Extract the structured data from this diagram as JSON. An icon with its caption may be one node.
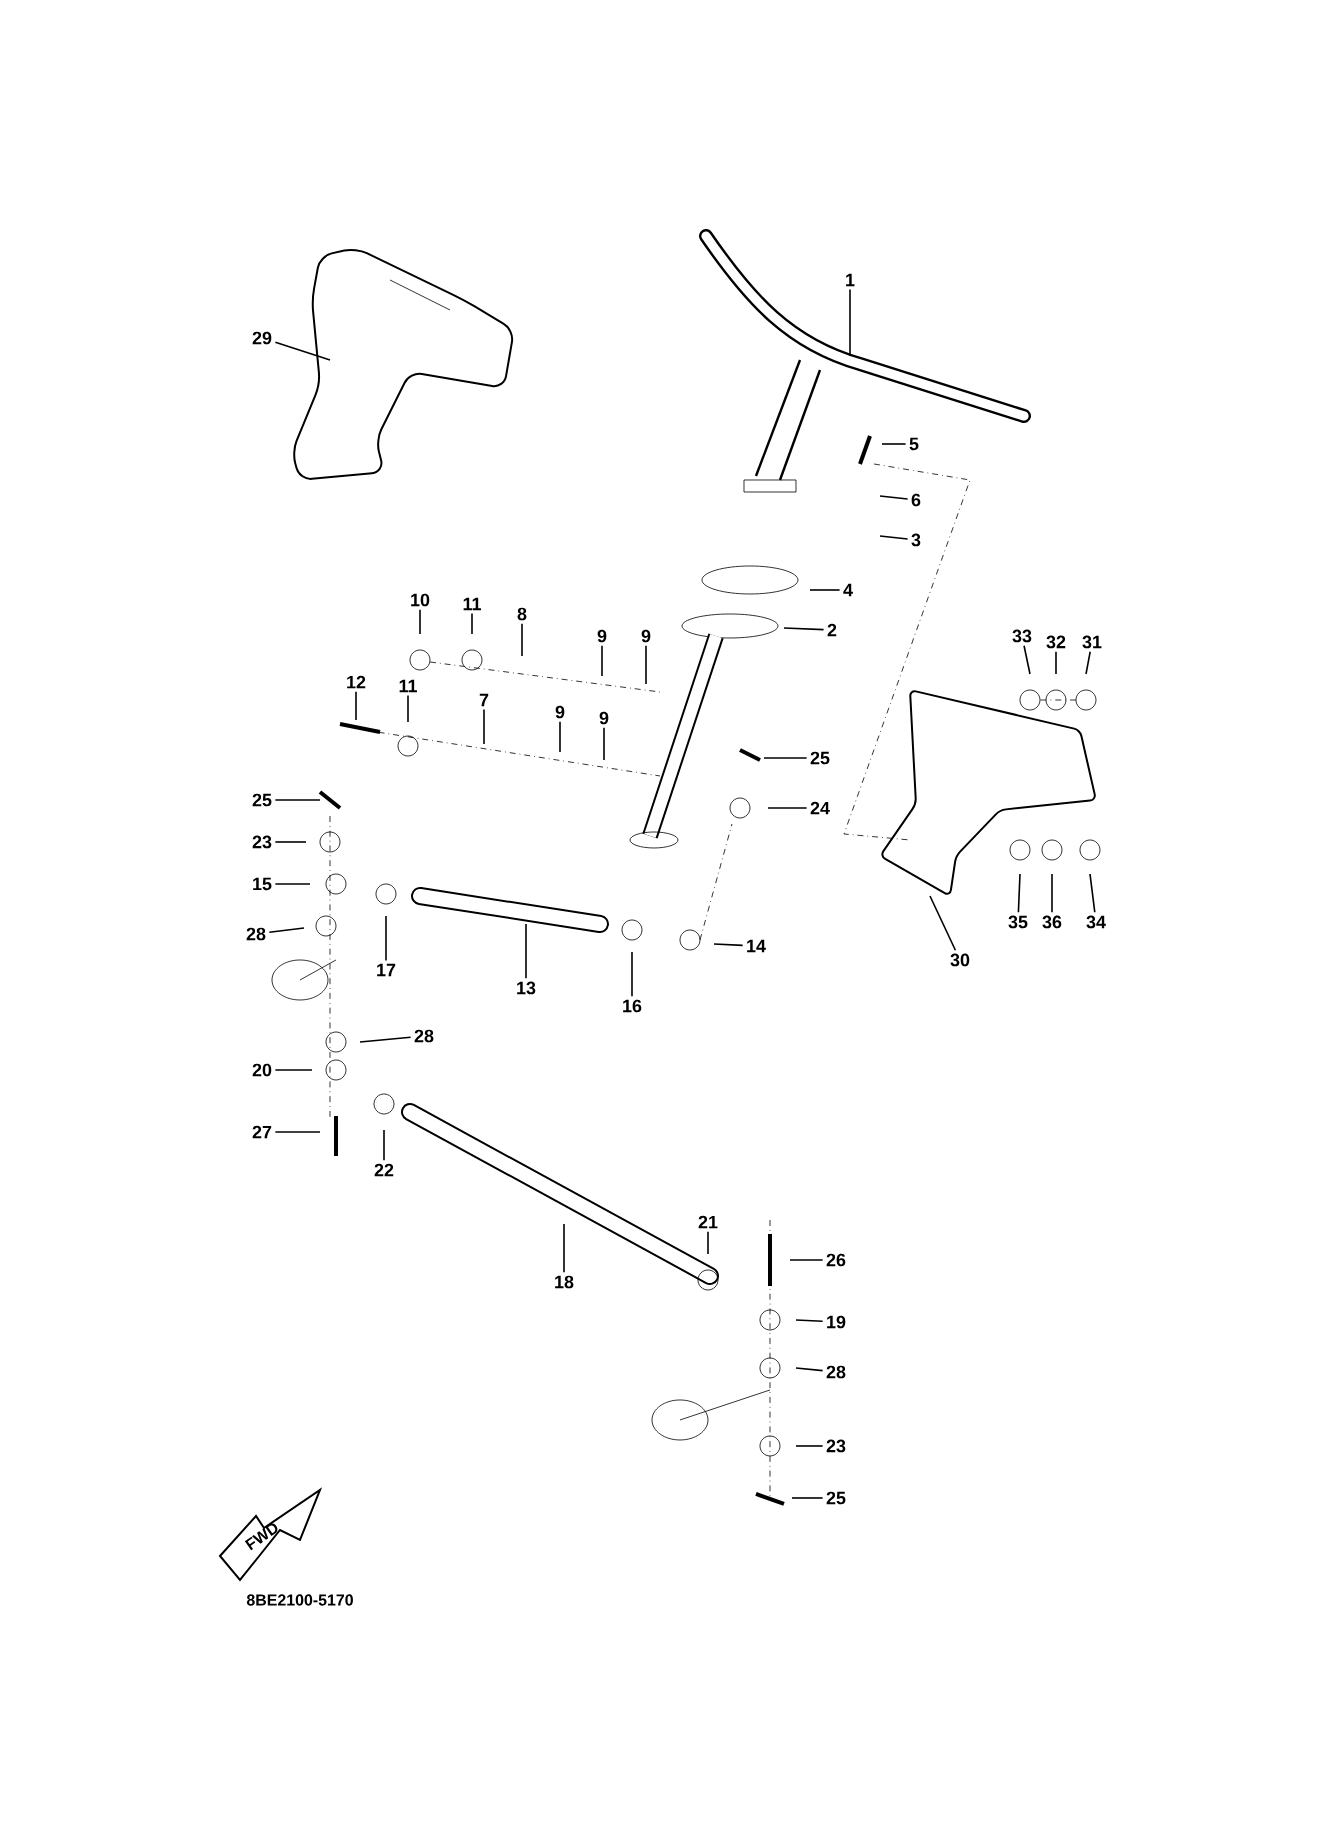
{
  "diagram": {
    "nodes": [
      {
        "text": [
          "1"
        ]
      },
      {
        "text": [
          "29"
        ]
      },
      {
        "text": [
          "5"
        ]
      },
      {
        "text": [
          "6"
        ]
      },
      {
        "text": [
          "3"
        ]
      },
      {
        "text": [
          "4"
        ]
      },
      {
        "text": [
          "2"
        ]
      },
      {
        "text": [
          "10"
        ]
      },
      {
        "text": [
          "11"
        ]
      },
      {
        "text": [
          "8"
        ]
      },
      {
        "text": [
          "9"
        ]
      },
      {
        "text": [
          "9"
        ]
      },
      {
        "text": [
          "33"
        ]
      },
      {
        "text": [
          "32"
        ]
      },
      {
        "text": [
          "31"
        ]
      },
      {
        "text": [
          "12"
        ]
      },
      {
        "text": [
          "11"
        ]
      },
      {
        "text": [
          "7"
        ]
      },
      {
        "text": [
          "9"
        ]
      },
      {
        "text": [
          "9"
        ]
      },
      {
        "text": [
          "25"
        ]
      },
      {
        "text": [
          "24"
        ]
      },
      {
        "text": [
          "25"
        ]
      },
      {
        "text": [
          "23"
        ]
      },
      {
        "text": [
          "15"
        ]
      },
      {
        "text": [
          "28"
        ]
      },
      {
        "text": [
          "17"
        ]
      },
      {
        "text": [
          "13"
        ]
      },
      {
        "text": [
          "16"
        ]
      },
      {
        "text": [
          "14"
        ]
      },
      {
        "text": [
          "35"
        ]
      },
      {
        "text": [
          "36"
        ]
      },
      {
        "text": [
          "34"
        ]
      },
      {
        "text": [
          "30"
        ]
      },
      {
        "text": [
          "28"
        ]
      },
      {
        "text": [
          "20"
        ]
      },
      {
        "text": [
          "27"
        ]
      },
      {
        "text": [
          "22"
        ]
      },
      {
        "text": [
          "18"
        ]
      },
      {
        "text": [
          "21"
        ]
      },
      {
        "text": [
          "26"
        ]
      },
      {
        "text": [
          "19"
        ]
      },
      {
        "text": [
          "28"
        ]
      },
      {
        "text": [
          "23"
        ]
      },
      {
        "text": [
          "25"
        ]
      }
    ],
    "edges": [
      {
        "from": 0,
        "to": null,
        "arrow": "none"
      },
      {
        "from": 1,
        "to": null,
        "arrow": "none"
      },
      {
        "from": 2,
        "to": null,
        "arrow": "none"
      },
      {
        "from": 3,
        "to": null,
        "arrow": "none"
      },
      {
        "from": 4,
        "to": null,
        "arrow": "none"
      },
      {
        "from": 5,
        "to": null,
        "arrow": "none"
      },
      {
        "from": 6,
        "to": null,
        "arrow": "none"
      },
      {
        "from": 7,
        "to": null,
        "arrow": "none"
      },
      {
        "from": 8,
        "to": null,
        "arrow": "none"
      },
      {
        "from": 9,
        "to": null,
        "arrow": "none"
      },
      {
        "from": 10,
        "to": null,
        "arrow": "none"
      },
      {
        "from": 11,
        "to": null,
        "arrow": "none"
      },
      {
        "from": 12,
        "to": null,
        "arrow": "none"
      },
      {
        "from": 13,
        "to": null,
        "arrow": "none"
      },
      {
        "from": 14,
        "to": null,
        "arrow": "none"
      },
      {
        "from": 15,
        "to": null,
        "arrow": "none"
      },
      {
        "from": 16,
        "to": null,
        "arrow": "none"
      },
      {
        "from": 17,
        "to": null,
        "arrow": "none"
      },
      {
        "from": 18,
        "to": null,
        "arrow": "none"
      },
      {
        "from": 19,
        "to": null,
        "arrow": "none"
      },
      {
        "from": 20,
        "to": null,
        "arrow": "none"
      },
      {
        "from": 21,
        "to": null,
        "arrow": "none"
      },
      {
        "from": 22,
        "to": null,
        "arrow": "none"
      },
      {
        "from": 23,
        "to": null,
        "arrow": "none"
      },
      {
        "from": 24,
        "to": null,
        "arrow": "none"
      },
      {
        "from": 25,
        "to": null,
        "arrow": "none"
      },
      {
        "from": 26,
        "to": null,
        "arrow": "none"
      },
      {
        "from": 27,
        "to": null,
        "arrow": "none"
      },
      {
        "from": 28,
        "to": null,
        "arrow": "none"
      },
      {
        "from": 29,
        "to": null,
        "arrow": "none"
      },
      {
        "from": 30,
        "to": null,
        "arrow": "none"
      },
      {
        "from": 31,
        "to": null,
        "arrow": "none"
      },
      {
        "from": 32,
        "to": null,
        "arrow": "none"
      },
      {
        "from": 33,
        "to": null,
        "arrow": "none"
      },
      {
        "from": 34,
        "to": null,
        "arrow": "none"
      },
      {
        "from": 35,
        "to": null,
        "arrow": "none"
      },
      {
        "from": 36,
        "to": null,
        "arrow": "none"
      },
      {
        "from": 37,
        "to": null,
        "arrow": "none"
      },
      {
        "from": 38,
        "to": null,
        "arrow": "none"
      },
      {
        "from": 39,
        "to": null,
        "arrow": "none"
      },
      {
        "from": 40,
        "to": null,
        "arrow": "none"
      },
      {
        "from": 41,
        "to": null,
        "arrow": "none"
      },
      {
        "from": 42,
        "to": null,
        "arrow": "none"
      },
      {
        "from": 43,
        "to": null,
        "arrow": "none"
      },
      {
        "from": 44,
        "to": null,
        "arrow": "none"
      }
    ],
    "labels": [
      "FWD",
      "8BE2100-5170"
    ]
  }
}
